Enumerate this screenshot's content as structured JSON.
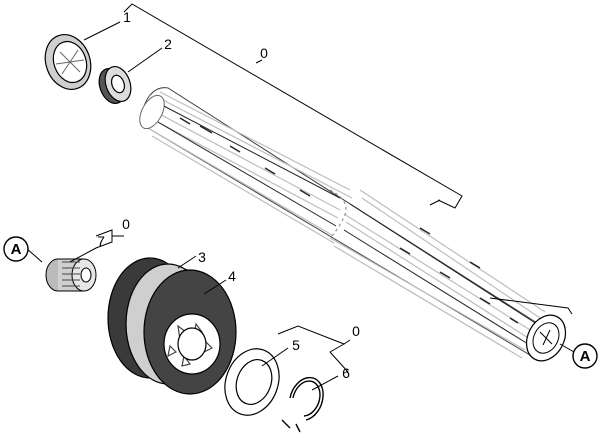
{
  "diagram": {
    "callouts": {
      "c0_top": "0",
      "c1": "1",
      "c2": "2",
      "c3": "3",
      "c4": "4",
      "c5": "5",
      "c6": "6",
      "c7": "7",
      "c0_mid": "0",
      "c0_low": "0"
    },
    "refs": {
      "a_left": "A",
      "a_right": "A"
    }
  }
}
